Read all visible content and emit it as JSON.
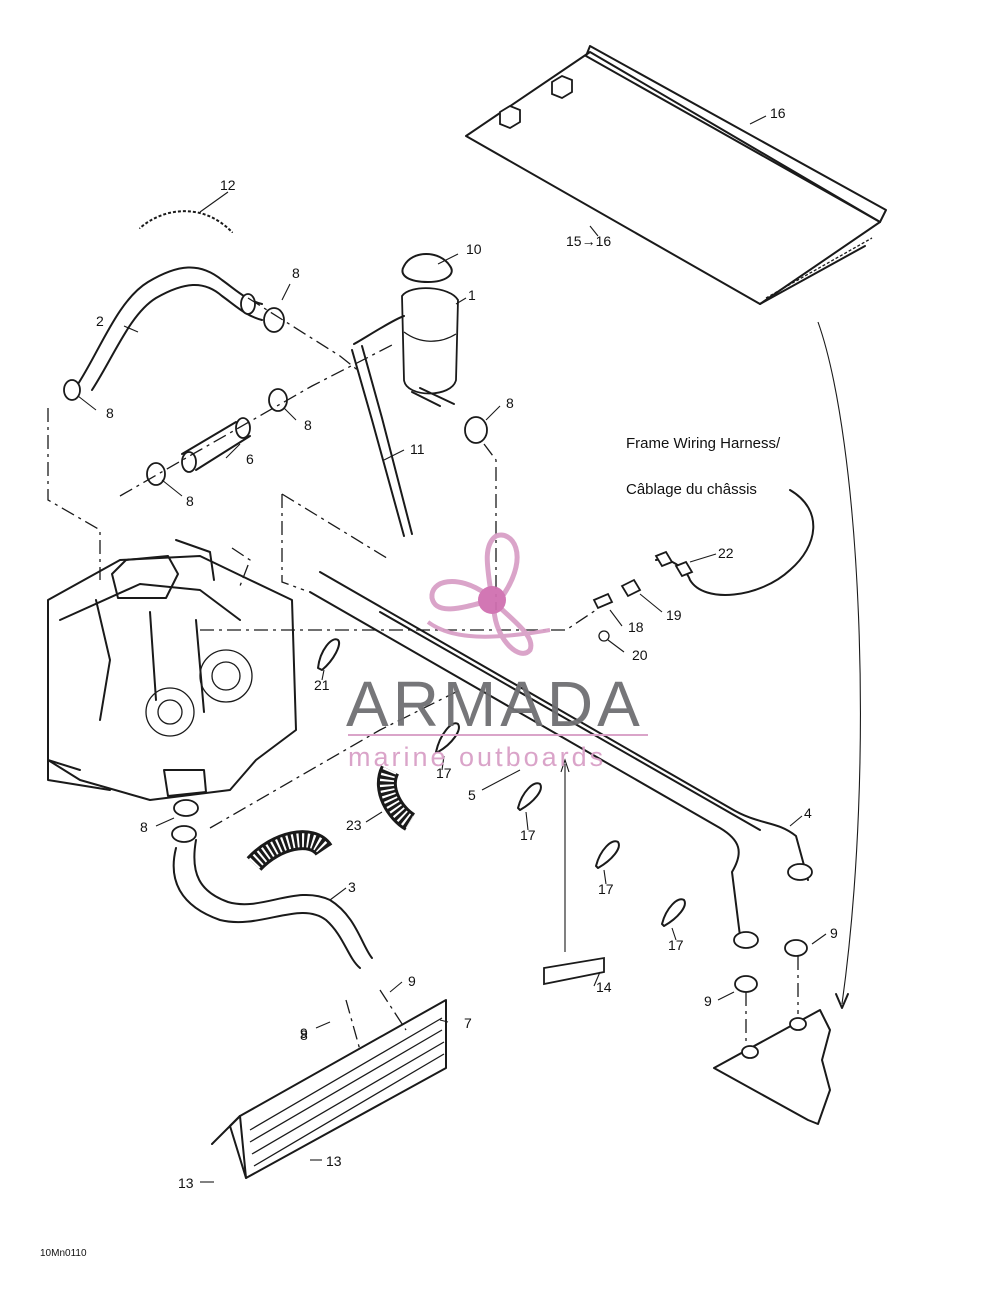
{
  "diagram": {
    "figure_code": "10Mn0110",
    "harness_label_en": "Frame Wiring Harness/",
    "harness_label_fr": "Câblage du châssis",
    "callouts": [
      "1",
      "2",
      "3",
      "4",
      "5",
      "6",
      "7",
      "8",
      "8",
      "8",
      "8",
      "8",
      "8",
      "8",
      "9",
      "9",
      "9",
      "9",
      "10",
      "11",
      "12",
      "13",
      "13",
      "14",
      "15→16",
      "16",
      "17",
      "17",
      "17",
      "17",
      "18",
      "19",
      "20",
      "21",
      "22",
      "23"
    ]
  },
  "watermark": {
    "brand": "ARMADA",
    "tagline": "marine outboards",
    "colors": {
      "logo_pink": "#d9a0c7",
      "logo_center": "#d070b0",
      "brand_gray": "#6f6f72"
    }
  }
}
